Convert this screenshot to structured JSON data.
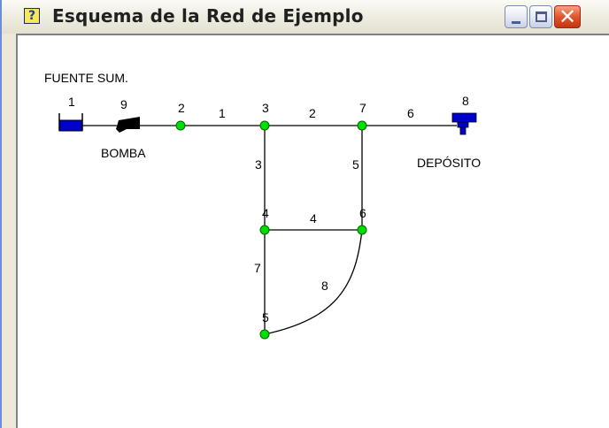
{
  "window": {
    "title": "Esquema de la Red de Ejemplo",
    "title_icon": "help-icon",
    "buttons": {
      "minimize": "minimize-icon",
      "maximize": "maximize-icon",
      "close": "close-icon"
    },
    "colors": {
      "junction": "#00dd00",
      "reservoir": "#0000cc",
      "tank": "#0000cc",
      "pump": "#000000",
      "pipe": "#000000"
    }
  },
  "network": {
    "labels": {
      "fuente": "FUENTE SUM.",
      "bomba": "BOMBA",
      "deposito": "DEPÓSITO"
    },
    "nodes": [
      {
        "id": "1",
        "type": "reservoir"
      },
      {
        "id": "2",
        "type": "junction"
      },
      {
        "id": "3",
        "type": "junction"
      },
      {
        "id": "4",
        "type": "junction"
      },
      {
        "id": "5",
        "type": "junction"
      },
      {
        "id": "6",
        "type": "junction"
      },
      {
        "id": "7",
        "type": "junction"
      },
      {
        "id": "8",
        "type": "tank"
      }
    ],
    "links": [
      {
        "id": "1",
        "from": "2",
        "to": "3"
      },
      {
        "id": "2",
        "from": "3",
        "to": "7"
      },
      {
        "id": "3",
        "from": "3",
        "to": "4"
      },
      {
        "id": "4",
        "from": "4",
        "to": "6"
      },
      {
        "id": "5",
        "from": "7",
        "to": "6"
      },
      {
        "id": "6",
        "from": "7",
        "to": "8"
      },
      {
        "id": "7",
        "from": "4",
        "to": "5"
      },
      {
        "id": "8",
        "from": "6",
        "to": "5"
      },
      {
        "id": "9",
        "from": "1",
        "to": "2",
        "type": "pump"
      }
    ]
  }
}
